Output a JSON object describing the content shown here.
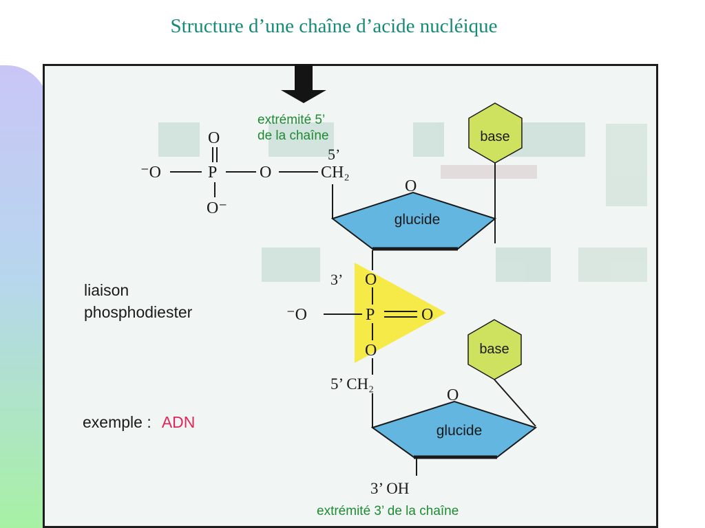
{
  "slide": {
    "title": "Structure d’une chaîne d’acide nucléique"
  },
  "diagram": {
    "label_top": {
      "line1": "extrémité 5’",
      "line2": "de la chaîne"
    },
    "label_bottom": "extrémité 3’ de la chaîne",
    "base_label": "base",
    "sugar_label": "glucide",
    "linkage_label": {
      "line1": "liaison",
      "line2": "phosphodiester"
    },
    "example": {
      "prefix": "exemple :",
      "value": "ADN"
    },
    "chem": {
      "o": "O",
      "o_minus_left": "⁻O",
      "o_minus_right": "O⁻",
      "p": "P",
      "ch2": "CH₂",
      "five_prime": "5’",
      "three_prime": "3’",
      "five_prime_ch2": "5’ CH₂",
      "three_prime_oh": "3’ OH"
    },
    "colors": {
      "label_green": "#1d8b32",
      "example_red": "#e0275a",
      "sugar_fill": "#63b6e0",
      "base_fill": "#cfe260",
      "arrow_yellow": "#f5ea48",
      "title_teal": "#168a78"
    }
  }
}
